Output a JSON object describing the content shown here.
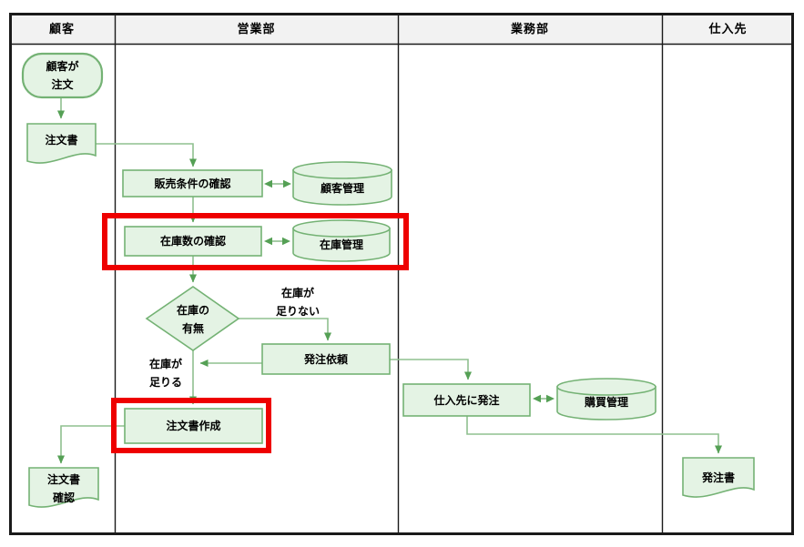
{
  "lanes": [
    {
      "label": "顧客"
    },
    {
      "label": "営業部"
    },
    {
      "label": "業務部"
    },
    {
      "label": "仕入先"
    }
  ],
  "nodes": {
    "customer_order": {
      "type": "terminator",
      "lines": [
        "顧客が",
        "注文"
      ]
    },
    "order_doc": {
      "type": "document",
      "label": "注文書"
    },
    "sales_terms_check": {
      "type": "process",
      "label": "販売条件の確認"
    },
    "customer_db": {
      "type": "datastore",
      "label": "顧客管理"
    },
    "stock_qty_check": {
      "type": "process",
      "label": "在庫数の確認",
      "highlighted": true
    },
    "stock_db": {
      "type": "datastore",
      "label": "在庫管理",
      "highlighted": true
    },
    "stock_decision": {
      "type": "decision",
      "lines": [
        "在庫の",
        "有無"
      ]
    },
    "order_request": {
      "type": "process",
      "label": "発注依頼"
    },
    "create_order_doc": {
      "type": "process",
      "label": "注文書作成",
      "highlighted": true
    },
    "order_doc_confirm": {
      "type": "document",
      "lines": [
        "注文書",
        "確認"
      ]
    },
    "order_to_supplier": {
      "type": "process",
      "label": "仕入先に発注"
    },
    "purchase_db": {
      "type": "datastore",
      "label": "購買管理"
    },
    "purchase_order_doc": {
      "type": "document",
      "label": "発注書"
    }
  },
  "edge_labels": {
    "insufficient": {
      "lines": [
        "在庫が",
        "足りない"
      ]
    },
    "sufficient": {
      "lines": [
        "在庫が",
        "足りる"
      ]
    }
  },
  "colors": {
    "shape_fill": "#e4f3e4",
    "shape_border": "#74b274",
    "connector": "#8fc08f",
    "arrowhead": "#55a055",
    "highlight_red": "#ee0000",
    "header_bg": "#f2f2f2",
    "frame": "#1a1a1a"
  }
}
